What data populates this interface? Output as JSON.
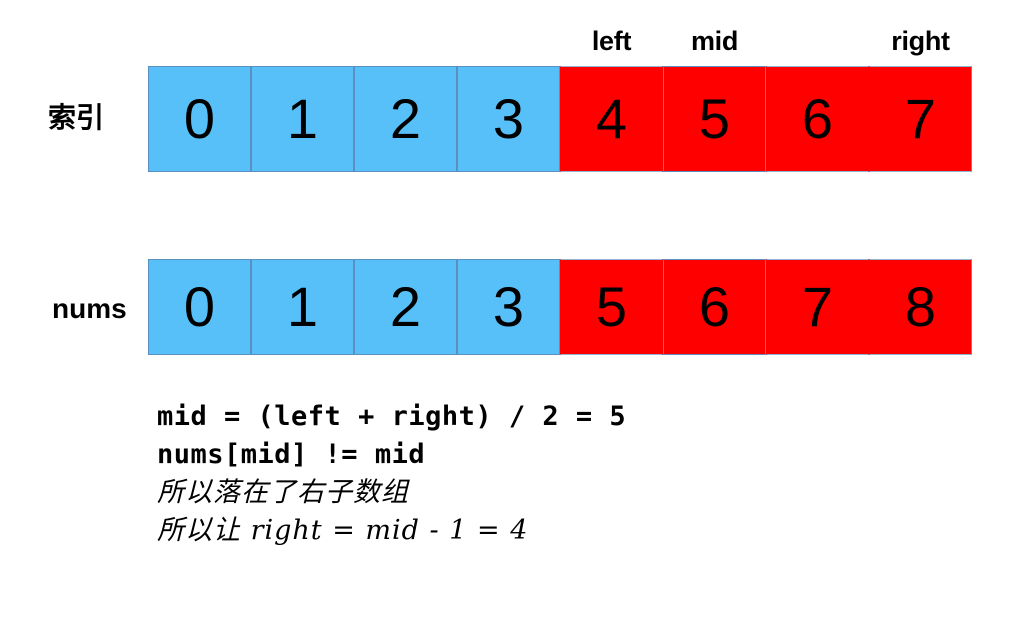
{
  "diagram": {
    "title_alt": "binary search step diagram",
    "colors": {
      "blue_cell": "#58c0f8",
      "red_cell": "#ff0000",
      "cell_border": "#5b8fbf",
      "text": "#000000",
      "background": "#ffffff"
    },
    "pointer_labels": [
      {
        "text": "left",
        "over_cell_index": 4
      },
      {
        "text": "mid",
        "over_cell_index": 5
      },
      {
        "text": "right",
        "over_cell_index": 7
      }
    ],
    "rows": [
      {
        "label": "索引",
        "name": "index-row",
        "cells": [
          {
            "value": "0",
            "color": "blue"
          },
          {
            "value": "1",
            "color": "blue"
          },
          {
            "value": "2",
            "color": "blue"
          },
          {
            "value": "3",
            "color": "blue"
          },
          {
            "value": "4",
            "color": "red"
          },
          {
            "value": "5",
            "color": "red",
            "highlight": "mid"
          },
          {
            "value": "6",
            "color": "red"
          },
          {
            "value": "7",
            "color": "red"
          }
        ]
      },
      {
        "label": "nums",
        "name": "nums-row",
        "cells": [
          {
            "value": "0",
            "color": "blue"
          },
          {
            "value": "1",
            "color": "blue"
          },
          {
            "value": "2",
            "color": "blue"
          },
          {
            "value": "3",
            "color": "blue"
          },
          {
            "value": "5",
            "color": "red"
          },
          {
            "value": "6",
            "color": "red",
            "highlight": "mid"
          },
          {
            "value": "7",
            "color": "red"
          },
          {
            "value": "8",
            "color": "red"
          }
        ]
      }
    ],
    "explanation": [
      {
        "text": "mid = (left + right) / 2 = 5",
        "style": "code"
      },
      {
        "text": "nums[mid] != mid",
        "style": "code"
      },
      {
        "text": "所以落在了右子数组",
        "style": "cjk"
      },
      {
        "text": "所以让 right = mid - 1 = 4",
        "style": "cjk"
      }
    ]
  }
}
